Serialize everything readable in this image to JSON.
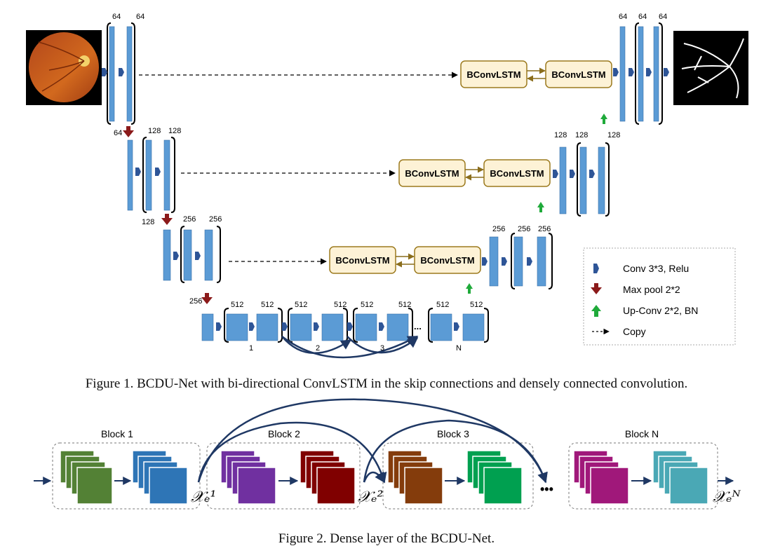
{
  "figure1": {
    "caption": "Figure 1. BCDU-Net with bi-directional ConvLSTM in the skip connections and densely connected convolution.",
    "bconv_label": "BConvLSTM",
    "enc_level1_labels": [
      "64",
      "64",
      "64"
    ],
    "enc_level2_labels": [
      "128",
      "128"
    ],
    "enc_level3_labels": [
      "128",
      "256",
      "256"
    ],
    "bottom_labels": [
      "256",
      "512",
      "512",
      "512",
      "512",
      "512",
      "512",
      "512",
      "512"
    ],
    "bottom_block_numbers": [
      "1",
      "2",
      "3",
      "N"
    ],
    "bottom_dots": "...",
    "dec_level1_labels": [
      "64",
      "64",
      "64"
    ],
    "dec_level2_labels": [
      "128",
      "128",
      "128"
    ],
    "dec_level3_labels": [
      "256",
      "256",
      "256"
    ],
    "legend": [
      {
        "label": "Conv 3*3, Relu",
        "icon": "conv-arrow-icon",
        "color": "#2e5597"
      },
      {
        "label": "Max pool 2*2",
        "icon": "max-pool-arrow-icon",
        "color": "#8b1a1a"
      },
      {
        "label": "Up-Conv 2*2, BN",
        "icon": "up-conv-arrow-icon",
        "color": "#1faa3a"
      },
      {
        "label": "Copy",
        "icon": "copy-dashed-arrow-icon",
        "color": "#000000"
      }
    ]
  },
  "figure2": {
    "caption": "Figure 2. Dense layer of the BCDU-Net.",
    "blocks": [
      "Block 1",
      "Block 2",
      "Block 3",
      "Block N"
    ],
    "outputs": [
      "𝒳ₑ¹",
      "𝒳ₑ²",
      "𝒳ₑᴺ"
    ],
    "dots": "•••"
  },
  "colors": {
    "conv_blue": "#5b9bd5",
    "bconv_fill": "#fdf2d6",
    "bconv_border": "#9c7a1e",
    "stack_green": "#538135",
    "stack_blue": "#2e75b6",
    "stack_purple": "#7030a0",
    "stack_maroon": "#800000",
    "stack_brown": "#843c0c",
    "stack_green2": "#00a050",
    "stack_magenta": "#a0187a",
    "stack_teal": "#4aa8b5"
  }
}
